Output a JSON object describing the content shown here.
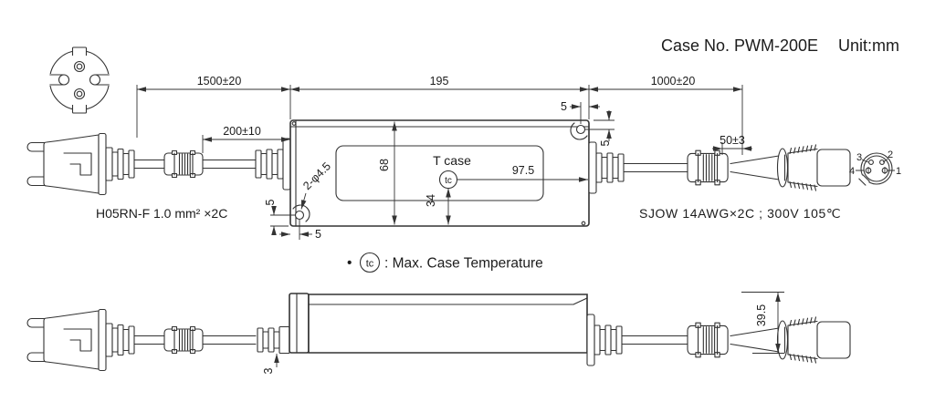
{
  "title": {
    "case_no": "Case No. PWM-200E",
    "unit": "Unit:mm"
  },
  "dims": {
    "input_length": "1500±20",
    "input_segment": "200±10",
    "case_length": "195",
    "output_length": "1000±20",
    "output_segment": "50±3",
    "case_width": "68",
    "tc_bottom": "34",
    "tc_right": "97.5",
    "ear_top_h": "5",
    "ear_top_v": "5",
    "ear_bottom_v": "5",
    "ear_bottom_h": "5",
    "holes": "2-φ4.5",
    "case_height": "39.5",
    "cable_offset": "3"
  },
  "labels": {
    "input_cable": "H05RN-F 1.0 mm² ×2C",
    "output_cable": "SJOW 14AWG×2C ; 300V 105℃",
    "t_case": "T case",
    "tc": "tc"
  },
  "note": {
    "bullet": "•",
    "tc": "tc",
    "text": ": Max. Case Temperature"
  },
  "pins": {
    "p1": "1",
    "p2": "2",
    "p3": "3",
    "p4": "4"
  },
  "colors": {
    "line": "#333333",
    "background": "#ffffff"
  }
}
